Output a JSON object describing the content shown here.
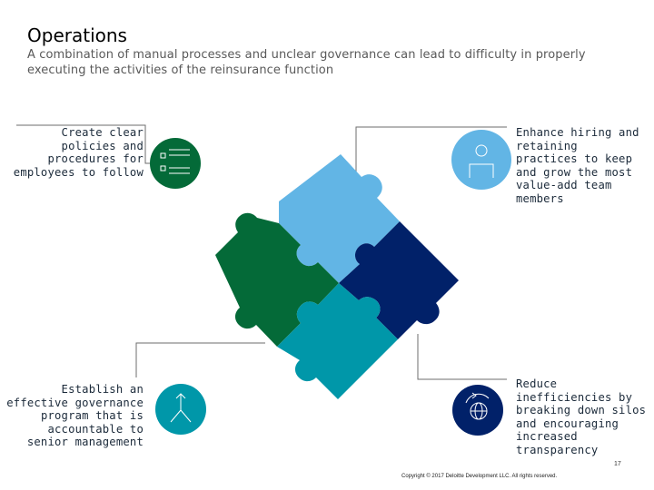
{
  "header": {
    "title": "Operations",
    "subtitle": "A combination of manual processes and unclear governance can lead to difficulty in properly executing the activities of the reinsurance function"
  },
  "callouts": {
    "top_left": "Create clear policies and procedures for employees to follow",
    "top_right": "Enhance hiring and retaining practices to keep and grow the most value-add team members",
    "bottom_left": "Establish an effective governance program that is accountable to senior management",
    "bottom_right": "Reduce inefficiencies by breaking down silos and encouraging increased transparency"
  },
  "icons": {
    "top_left": "checklist-icon",
    "top_right": "person-icon",
    "bottom_left": "merge-arrow-icon",
    "bottom_right": "globe-refresh-icon"
  },
  "colors": {
    "green": "#046a38",
    "light_blue": "#62b5e5",
    "navy": "#012169",
    "teal": "#0097a9",
    "connector_line": "#6e6e6e"
  },
  "footer": {
    "page_number": "17",
    "copyright": "Copyright © 2017 Deloitte Development LLC. All rights reserved."
  }
}
